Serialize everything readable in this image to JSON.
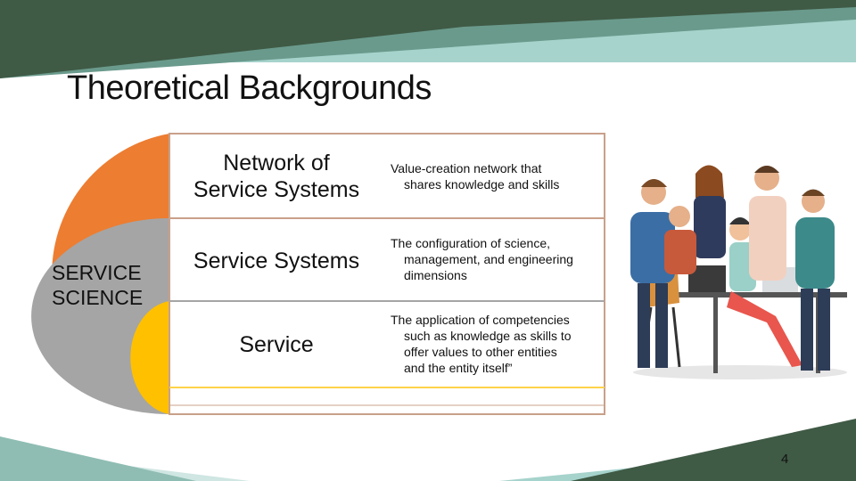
{
  "slide": {
    "title": "Theoretical Backgrounds",
    "page_number": "4"
  },
  "diagram": {
    "core_label_line1": "SERVICE",
    "core_label_line2": "SCIENCE",
    "layers": [
      {
        "label_line1": "Network of",
        "label_line2": "Service Systems",
        "description": [
          "Value-creation network that",
          "shares knowledge and skills"
        ]
      },
      {
        "label_line1": "Service Systems",
        "label_line2": "",
        "description": [
          "The configuration of science,",
          "management, and engineering",
          "dimensions"
        ]
      },
      {
        "label_line1": "Service",
        "label_line2": "",
        "description": [
          "The application of competencies",
          "such as knowledge as skills to",
          "offer values to other entities",
          "and the entity itself”"
        ]
      }
    ]
  },
  "colors": {
    "header_dark_green": "#3f5a45",
    "header_teal": "#6a9a8c",
    "header_light_teal": "#a6d3cc",
    "orange": "#ed7d31",
    "gray": "#a5a5a5",
    "gold": "#ffc000",
    "border_brown": "#c9a08a"
  },
  "illustration": {
    "icon": "team-of-people-illustration"
  }
}
